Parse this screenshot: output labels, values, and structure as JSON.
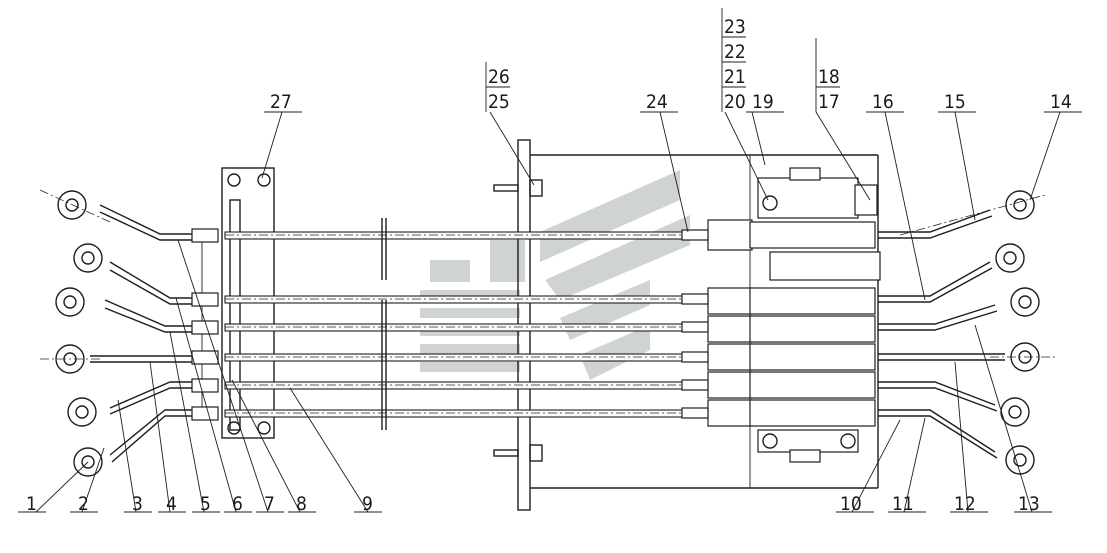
{
  "drawing": {
    "part_labels": {
      "bottom_left": [
        "1",
        "2",
        "3",
        "4",
        "5",
        "6",
        "7",
        "8",
        "9"
      ],
      "bottom_right": [
        "10",
        "11",
        "12",
        "13"
      ],
      "top_right": [
        "14",
        "15",
        "16",
        "19",
        "24",
        "27"
      ],
      "stacked_23_20": [
        "23",
        "22",
        "21",
        "20"
      ],
      "stacked_18_17": [
        "18",
        "17"
      ],
      "stacked_26_25": [
        "26",
        "25"
      ]
    },
    "colors": {
      "ink": "#1e1e1e",
      "watermark": "#a8b0ac",
      "background": "#ffffff"
    }
  }
}
